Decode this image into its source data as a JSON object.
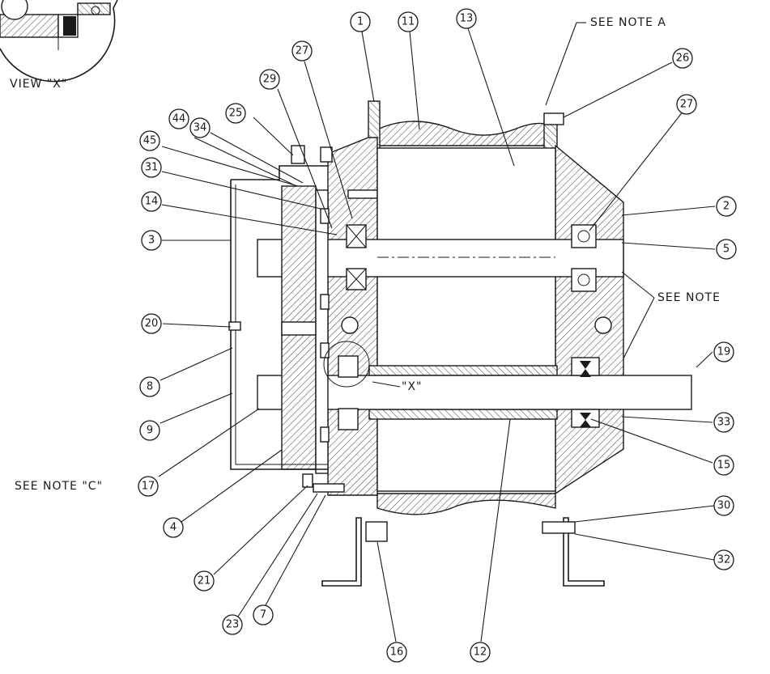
{
  "balloons": {
    "b1": "1",
    "b11": "11",
    "b13": "13",
    "b27a": "27",
    "b26": "26",
    "b29": "29",
    "b27b": "27",
    "b44": "44",
    "b34": "34",
    "b25": "25",
    "b45": "45",
    "b31": "31",
    "b14": "14",
    "b2": "2",
    "b3": "3",
    "b5": "5",
    "b20": "20",
    "b19": "19",
    "b8": "8",
    "b9": "9",
    "b33": "33",
    "b15": "15",
    "b17": "17",
    "b4": "4",
    "b30": "30",
    "b21": "21",
    "b32": "32",
    "b23": "23",
    "b7": "7",
    "b16": "16",
    "b12": "12"
  },
  "notes": {
    "see_note_a": "SEE NOTE A",
    "see_note": "SEE NOTE",
    "see_note_c": "SEE NOTE \"C\"",
    "view_x_label": "VIEW \"X\"",
    "x_marker": "\"X\""
  }
}
